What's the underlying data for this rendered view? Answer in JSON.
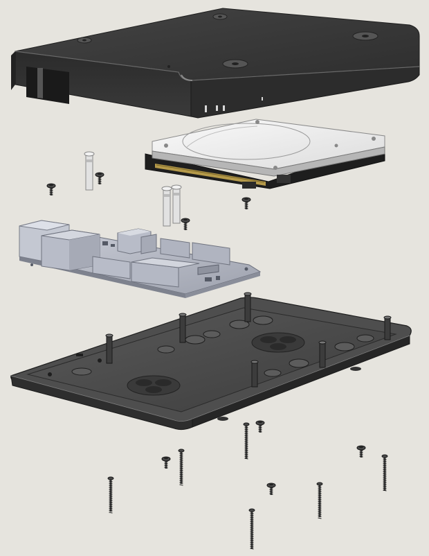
{
  "diagram": {
    "type": "exploded-assembly",
    "parts": [
      {
        "id": "top-cover",
        "count": 1,
        "color": "#3a3a3a"
      },
      {
        "id": "hard-drive",
        "count": 1,
        "color": "#c8c8c8"
      },
      {
        "id": "standoff",
        "count": 3,
        "color": "#d8d8d8"
      },
      {
        "id": "machine-screw",
        "count": 8,
        "color": "#3d3d3d"
      },
      {
        "id": "circuit-board",
        "count": 1,
        "color": "#b4b8c4"
      },
      {
        "id": "base-tray",
        "count": 1,
        "color": "#4a4a4a"
      },
      {
        "id": "long-screw",
        "count": 6,
        "color": "#3d3d3d"
      }
    ],
    "background": "#e6e4de"
  }
}
